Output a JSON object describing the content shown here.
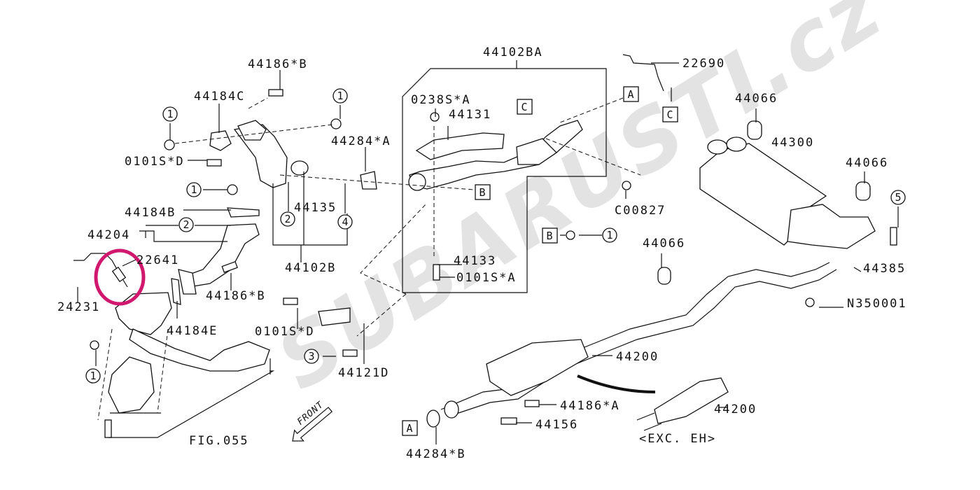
{
  "watermark": "SUBARUSTI.cz",
  "labels": {
    "l44102BA": "44102BA",
    "l22690": "22690",
    "l44186B_top": "44186*B",
    "l44184C": "44184C",
    "l0238SA": "0238S*A",
    "l44131": "44131",
    "l44066_a": "44066",
    "l44300": "44300",
    "l44066_b": "44066",
    "l44284A": "44284*A",
    "l0101SD_a": "0101S*D",
    "l44135": "44135",
    "lC00827": "C00827",
    "l44184B": "44184B",
    "l44204": "44204",
    "l44066_c": "44066",
    "l22641": "22641",
    "l44133": "44133",
    "l44385": "44385",
    "l0101SA": "0101S*A",
    "l44102B": "44102B",
    "l44186B_mid": "44186*B",
    "l24231": "24231",
    "lN350001": "N350001",
    "l44184E": "44184E",
    "l0101SD_b": "0101S*D",
    "l44200_a": "44200",
    "l44121D": "44121D",
    "l44200_b": "44200",
    "l44186A": "44186*A",
    "l44156": "44156",
    "lFIG055": "FIG.055",
    "lEXCEH": "<EXC. EH>",
    "l44284B": "44284*B",
    "front": "FRONT"
  },
  "circled": [
    "1",
    "1",
    "1",
    "2",
    "2",
    "4",
    "1",
    "5",
    "3",
    "1"
  ],
  "boxed": [
    "A",
    "C",
    "C",
    "B",
    "B",
    "A"
  ],
  "highlight_color": "#d0186f"
}
